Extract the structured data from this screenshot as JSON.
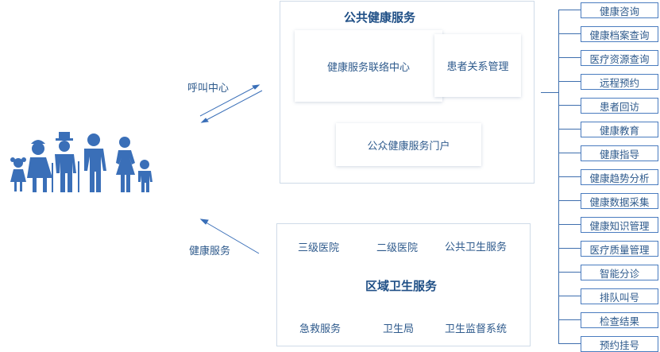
{
  "colors": {
    "primary": "#3a6fb8",
    "text": "#2e5a8c",
    "border": "#cfdbe8"
  },
  "left": {
    "family_icon": "family-icon",
    "call_center_label": "呼叫中心",
    "health_service_label": "健康服务"
  },
  "public_health": {
    "title": "公共健康服务",
    "liaison_center": "健康服务联络中心",
    "patient_relations": "患者关系管理",
    "portal": "公众健康服务门户"
  },
  "regional_health": {
    "title": "区域卫生服务",
    "items": [
      "三级医院",
      "二级医院",
      "公共卫生服务",
      "急救服务",
      "卫生局",
      "卫生监督系统"
    ]
  },
  "services": [
    "健康咨询",
    "健康档案查询",
    "医疗资源查询",
    "远程预约",
    "患者回访",
    "健康教育",
    "健康指导",
    "健康趋势分析",
    "健康数据采集",
    "健康知识管理",
    "医疗质量管理",
    "智能分诊",
    "排队叫号",
    "检查结果",
    "预约挂号"
  ]
}
